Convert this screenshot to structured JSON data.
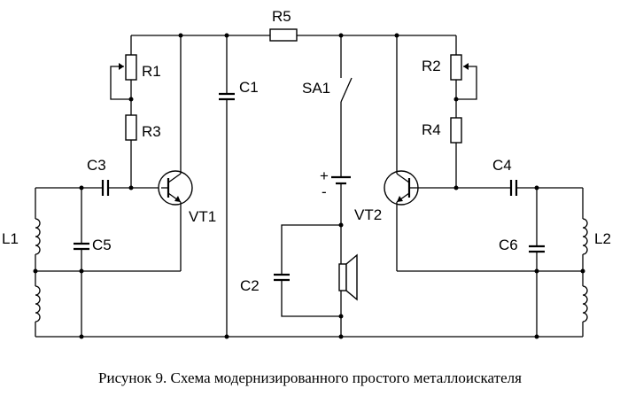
{
  "labels": {
    "r1": "R1",
    "r2": "R2",
    "r3": "R3",
    "r4": "R4",
    "r5": "R5",
    "c1": "C1",
    "c2": "C2",
    "c3": "C3",
    "c4": "C4",
    "c5": "C5",
    "c6": "C6",
    "l1": "L1",
    "l2": "L2",
    "vt1": "VT1",
    "vt2": "VT2",
    "sa1": "SA1",
    "plus": "+",
    "minus": "-"
  },
  "caption": "Рисунок 9. Схема модернизированного простого металлоискателя"
}
